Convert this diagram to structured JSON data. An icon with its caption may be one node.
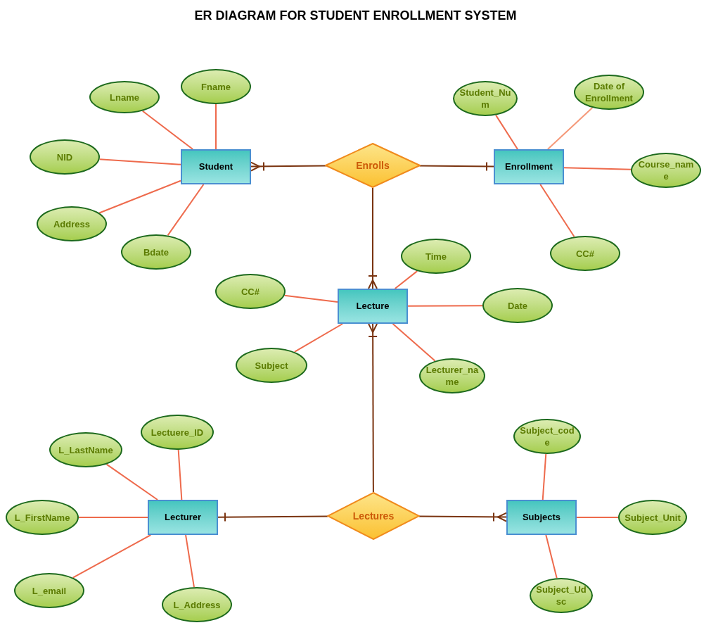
{
  "diagram": {
    "title": "ER DIAGRAM FOR STUDENT ENROLLMENT SYSTEM",
    "nodes": [
      {
        "text": [
          "Student"
        ]
      },
      {
        "text": [
          "Enrolls"
        ]
      },
      {
        "text": [
          "Enrollment"
        ]
      },
      {
        "text": [
          "Lecture"
        ]
      },
      {
        "text": [
          "Lectures"
        ]
      },
      {
        "text": [
          "Lecturer"
        ]
      },
      {
        "text": [
          "Subjects"
        ]
      },
      {
        "text": [
          "Lname"
        ]
      },
      {
        "text": [
          "Fname"
        ]
      },
      {
        "text": [
          "NID"
        ]
      },
      {
        "text": [
          "Address"
        ]
      },
      {
        "text": [
          "Bdate"
        ]
      },
      {
        "text": [
          "Student_Num"
        ]
      },
      {
        "text": [
          "Date of Enrollment"
        ]
      },
      {
        "text": [
          "Course_name"
        ]
      },
      {
        "text": [
          "CC#"
        ]
      },
      {
        "text": [
          "Time"
        ]
      },
      {
        "text": [
          "CC#"
        ]
      },
      {
        "text": [
          "Date"
        ]
      },
      {
        "text": [
          "Subject"
        ]
      },
      {
        "text": [
          "Lecturer_name"
        ]
      },
      {
        "text": [
          "Lectuere_ID"
        ]
      },
      {
        "text": [
          "L_LastName"
        ]
      },
      {
        "text": [
          "L_FirstName"
        ]
      },
      {
        "text": [
          "L_email"
        ]
      },
      {
        "text": [
          "L_Address"
        ]
      },
      {
        "text": [
          "Subject_code"
        ]
      },
      {
        "text": [
          "Subject_Unit"
        ]
      },
      {
        "text": [
          "Subject_Udsc"
        ]
      }
    ],
    "edges": [
      {
        "from": 1,
        "to": 0,
        "arrow": "other",
        "color": "#7a3410"
      },
      {
        "from": 1,
        "to": 2,
        "arrow": "other",
        "color": "#7a3410"
      },
      {
        "from": 1,
        "to": 3,
        "arrow": "other",
        "color": "#7a3410"
      },
      {
        "from": 4,
        "to": 3,
        "arrow": "other",
        "color": "#7a3410"
      },
      {
        "from": 4,
        "to": 5,
        "arrow": "other",
        "color": "#7a3410"
      },
      {
        "from": 4,
        "to": 6,
        "arrow": "other",
        "color": "#7a3410"
      },
      {
        "from": 0,
        "to": 7,
        "arrow": "none"
      },
      {
        "from": 0,
        "to": 8,
        "arrow": "none"
      },
      {
        "from": 0,
        "to": 9,
        "arrow": "none"
      },
      {
        "from": 0,
        "to": 10,
        "arrow": "none"
      },
      {
        "from": 0,
        "to": 11,
        "arrow": "none"
      },
      {
        "from": 2,
        "to": 12,
        "arrow": "none"
      },
      {
        "from": 2,
        "to": 13,
        "arrow": "none",
        "color": "#f59878"
      },
      {
        "from": 2,
        "to": 14,
        "arrow": "none"
      },
      {
        "from": 2,
        "to": 15,
        "arrow": "none"
      },
      {
        "from": 3,
        "to": 16,
        "arrow": "none"
      },
      {
        "from": 3,
        "to": 17,
        "arrow": "none"
      },
      {
        "from": 3,
        "to": 18,
        "arrow": "none"
      },
      {
        "from": 3,
        "to": 19,
        "arrow": "none"
      },
      {
        "from": 3,
        "to": 20,
        "arrow": "none"
      },
      {
        "from": 5,
        "to": 21,
        "arrow": "none"
      },
      {
        "from": 5,
        "to": 22,
        "arrow": "none"
      },
      {
        "from": 5,
        "to": 23,
        "arrow": "none"
      },
      {
        "from": 5,
        "to": 24,
        "arrow": "none"
      },
      {
        "from": 5,
        "to": 25,
        "arrow": "none"
      },
      {
        "from": 6,
        "to": 26,
        "arrow": "none"
      },
      {
        "from": 6,
        "to": 27,
        "arrow": "none"
      },
      {
        "from": 6,
        "to": 28,
        "arrow": "none"
      }
    ]
  }
}
